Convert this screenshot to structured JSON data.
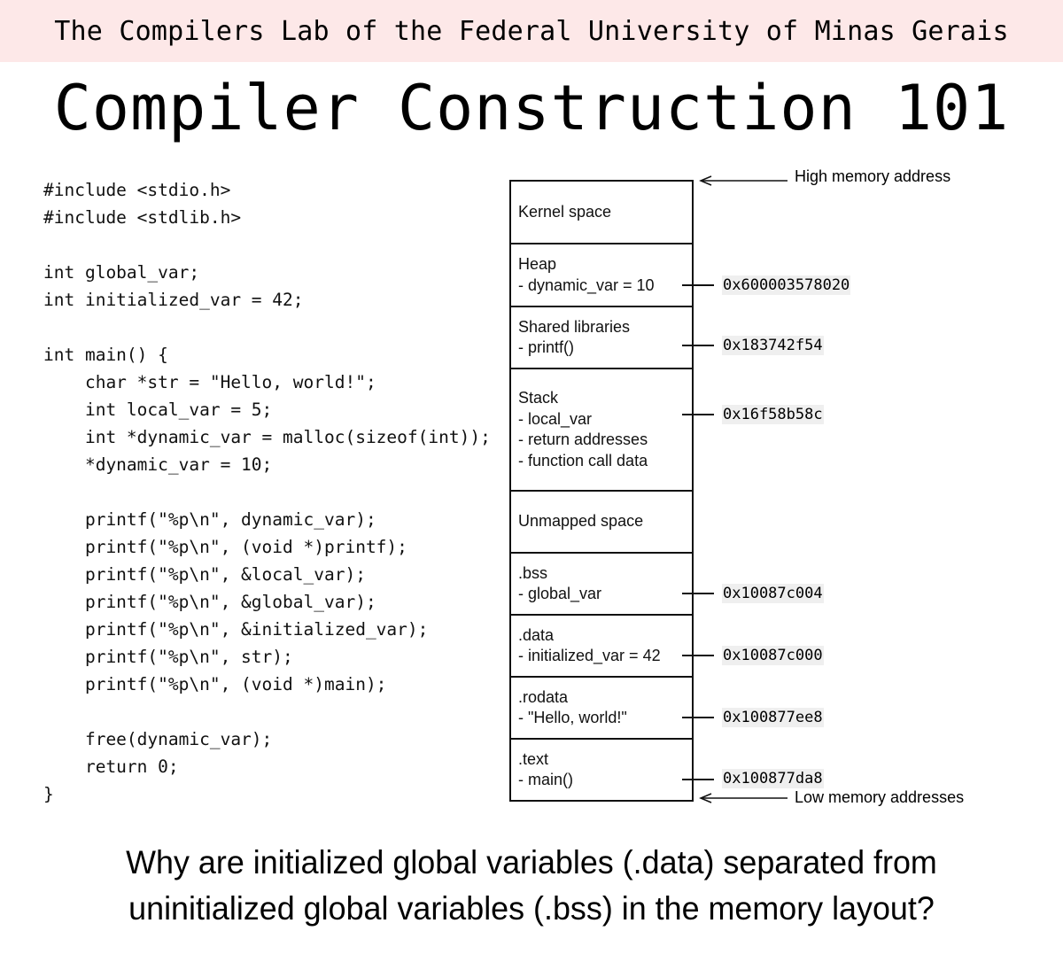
{
  "banner": "The Compilers Lab of the Federal University of Minas Gerais",
  "title": "Compiler Construction 101",
  "code": {
    "lines": [
      "#include <stdio.h>",
      "#include <stdlib.h>",
      "",
      "int global_var;",
      "int initialized_var = 42;",
      "",
      "int main() {",
      "    char *str = \"Hello, world!\";",
      "    int local_var = 5;",
      "    int *dynamic_var = malloc(sizeof(int));",
      "    *dynamic_var = 10;",
      "",
      "    printf(\"%p\\n\", dynamic_var);",
      "    printf(\"%p\\n\", (void *)printf);",
      "    printf(\"%p\\n\", &local_var);",
      "    printf(\"%p\\n\", &global_var);",
      "    printf(\"%p\\n\", &initialized_var);",
      "    printf(\"%p\\n\", str);",
      "    printf(\"%p\\n\", (void *)main);",
      "",
      "    free(dynamic_var);",
      "    return 0;",
      "}"
    ]
  },
  "memory_layout": {
    "high_label": "High memory address",
    "low_label": "Low memory addresses",
    "segments": [
      {
        "name": "Kernel space",
        "items": [],
        "address": ""
      },
      {
        "name": "Heap",
        "items": [
          "- dynamic_var = 10"
        ],
        "address": "0x600003578020"
      },
      {
        "name": "Shared libraries",
        "items": [
          "- printf()"
        ],
        "address": "0x183742f54"
      },
      {
        "name": "Stack",
        "items": [
          "- local_var",
          "- return addresses",
          "- function call data"
        ],
        "address": "0x16f58b58c"
      },
      {
        "name": "Unmapped space",
        "items": [],
        "address": ""
      },
      {
        "name": ".bss",
        "items": [
          "- global_var"
        ],
        "address": "0x10087c004"
      },
      {
        "name": ".data",
        "items": [
          "- initialized_var = 42"
        ],
        "address": "0x10087c000"
      },
      {
        "name": ".rodata",
        "items": [
          "- \"Hello, world!\""
        ],
        "address": "0x100877ee8"
      },
      {
        "name": ".text",
        "items": [
          "- main()"
        ],
        "address": "0x100877da8"
      }
    ]
  },
  "question": {
    "line1": "Why are initialized global variables (.data) separated from",
    "line2": "uninitialized global variables (.bss) in the memory layout?"
  },
  "colors": {
    "banner_bg": "#fde8e8",
    "address_bg": "#efefef",
    "line": "#111111"
  }
}
